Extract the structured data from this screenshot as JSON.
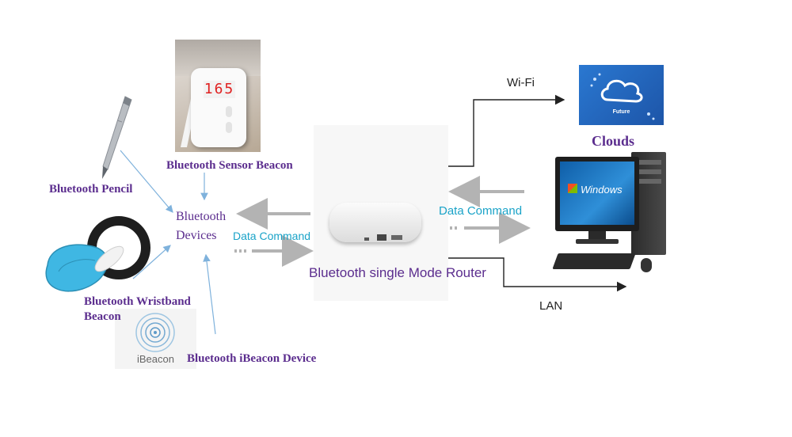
{
  "labels": {
    "sensor_beacon": "Bluetooth Sensor Beacon",
    "pencil": "Bluetooth Pencil",
    "devices_line1": "Bluetooth",
    "devices_line2": "Devices",
    "wristband_line1": "Bluetooth Wristband",
    "wristband_line2": "Beacon",
    "ibeacon_device": "Bluetooth iBeacon Device",
    "data_command_left": "Data Command",
    "data_command_right": "Data Command",
    "router": "Bluetooth single Mode Router",
    "wifi": "Wi-Fi",
    "clouds": "Clouds",
    "lan": "LAN"
  },
  "images": {
    "sensor_display": "165",
    "ibeacon_text": "iBeacon",
    "cloud_screen_text": "Future",
    "windows_text": "Windows"
  },
  "colors": {
    "label_purple": "#5b2d8e",
    "command_cyan": "#1aa3c8",
    "arrow_gray": "#b3b3b3",
    "pointer_blue": "#7fb2dc",
    "cloud_blue": "#1d63b8",
    "band_blue": "#3fb7e3"
  }
}
